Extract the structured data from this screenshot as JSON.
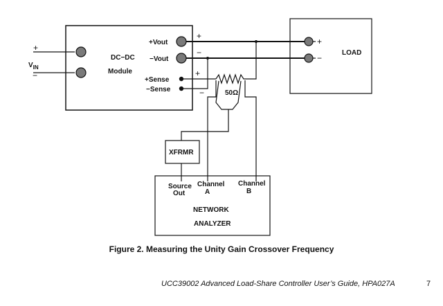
{
  "diagram": {
    "module": {
      "line1": "DC−DC",
      "line2": "Module"
    },
    "pins": {
      "vout_pos": "+Vout",
      "vout_neg": "−Vout",
      "sense_pos": "+Sense",
      "sense_neg": "−Sense"
    },
    "input": {
      "label": "V",
      "subscript": "IN",
      "plus": "+",
      "minus": "−"
    },
    "polarity": {
      "plus": "+",
      "minus": "−"
    },
    "load": "LOAD",
    "resistor": "50Ω",
    "xfrmr": "XFRMR",
    "analyzer": {
      "source_line1": "Source",
      "source_line2": "Out",
      "chA_line1": "Channel",
      "chA_line2": "A",
      "chB_line1": "Channel",
      "chB_line2": "B",
      "name_line1": "NETWORK",
      "name_line2": "ANALYZER"
    }
  },
  "caption": "Figure 2. Measuring the Unity Gain Crossover Frequency",
  "footer": {
    "title": "UCC39002 Advanced Load-Share Controller User’s Guide, HPA027A",
    "page": "7"
  }
}
